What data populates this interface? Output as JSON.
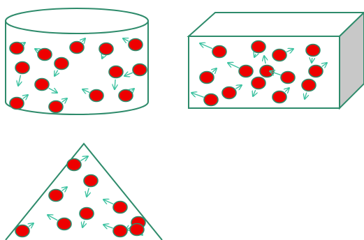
{
  "colors": {
    "outline": "#2e8b6b",
    "particle_fill": "#ee0000",
    "particle_stroke": "#2e8b6b",
    "arrow": "#3cc2a0",
    "box_side": "#c8c8c8",
    "background": "#ffffff"
  },
  "containers": [
    {
      "name": "cylinder-container",
      "shape": "cylinder",
      "particle_count": 14
    },
    {
      "name": "box-container",
      "shape": "rectangular-box",
      "particle_count": 14
    },
    {
      "name": "cone-container",
      "shape": "triangle",
      "particle_count": 10
    }
  ]
}
